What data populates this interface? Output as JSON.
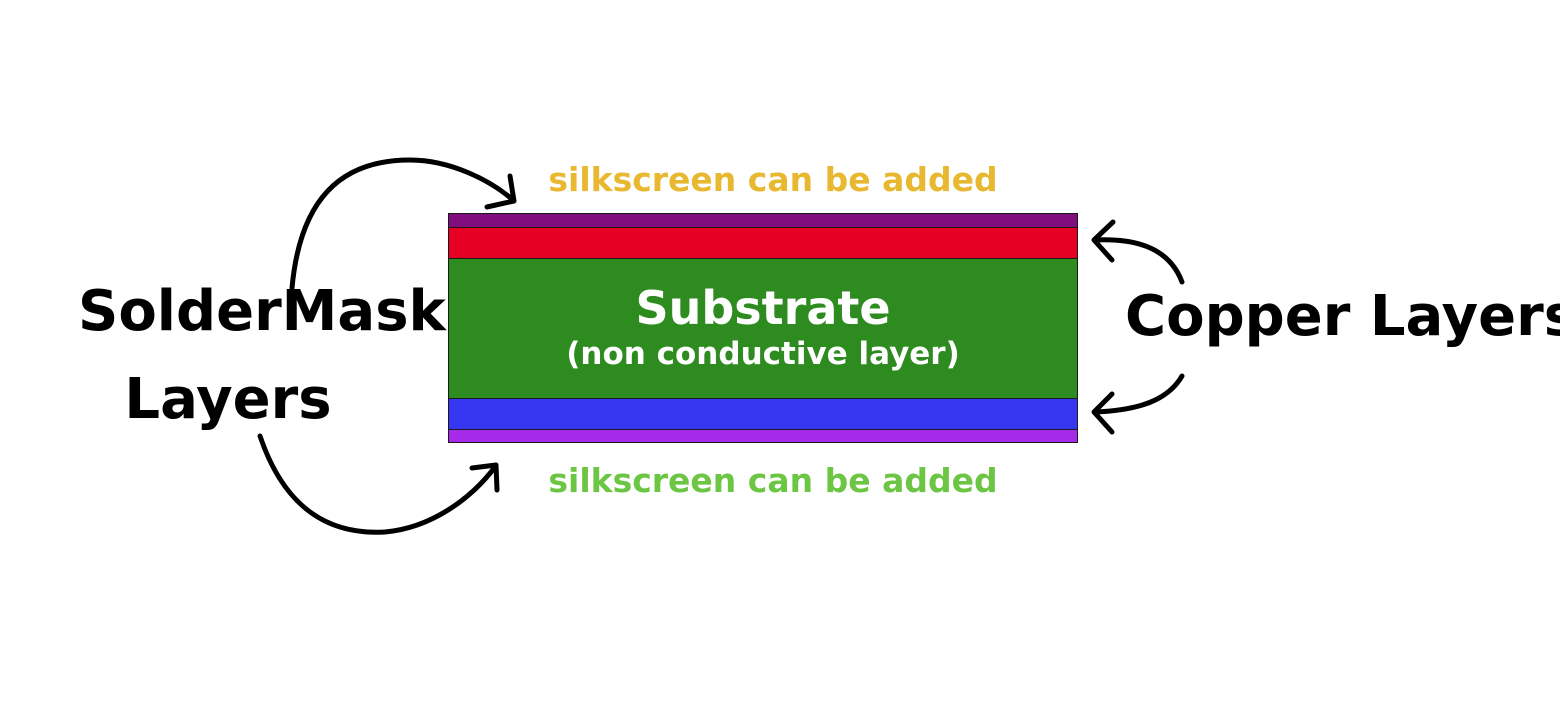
{
  "silkscreen_top": {
    "text": "silkscreen can be added",
    "color": "#E8B830"
  },
  "silkscreen_bottom": {
    "text": "silkscreen can be added",
    "color": "#6CC644"
  },
  "substrate": {
    "title": "Substrate",
    "subtitle": "(non conductive layer)"
  },
  "labels": {
    "soldermask_line1": "SolderMask",
    "soldermask_line2": "Layers",
    "copper": "Copper Layers"
  },
  "colors": {
    "soldermask_top": "#800E7E",
    "copper_top": "#E60023",
    "substrate": "#2E8B1F",
    "copper_bottom": "#3636F0",
    "soldermask_bottom": "#A52BE8",
    "outline": "#1a1a1a",
    "arrow": "#000000"
  },
  "icons": {
    "soldermask_top_arrow": "curved-arrow-icon",
    "soldermask_bottom_arrow": "curved-arrow-icon",
    "copper_top_arrow": "curved-arrow-icon",
    "copper_bottom_arrow": "curved-arrow-icon"
  }
}
